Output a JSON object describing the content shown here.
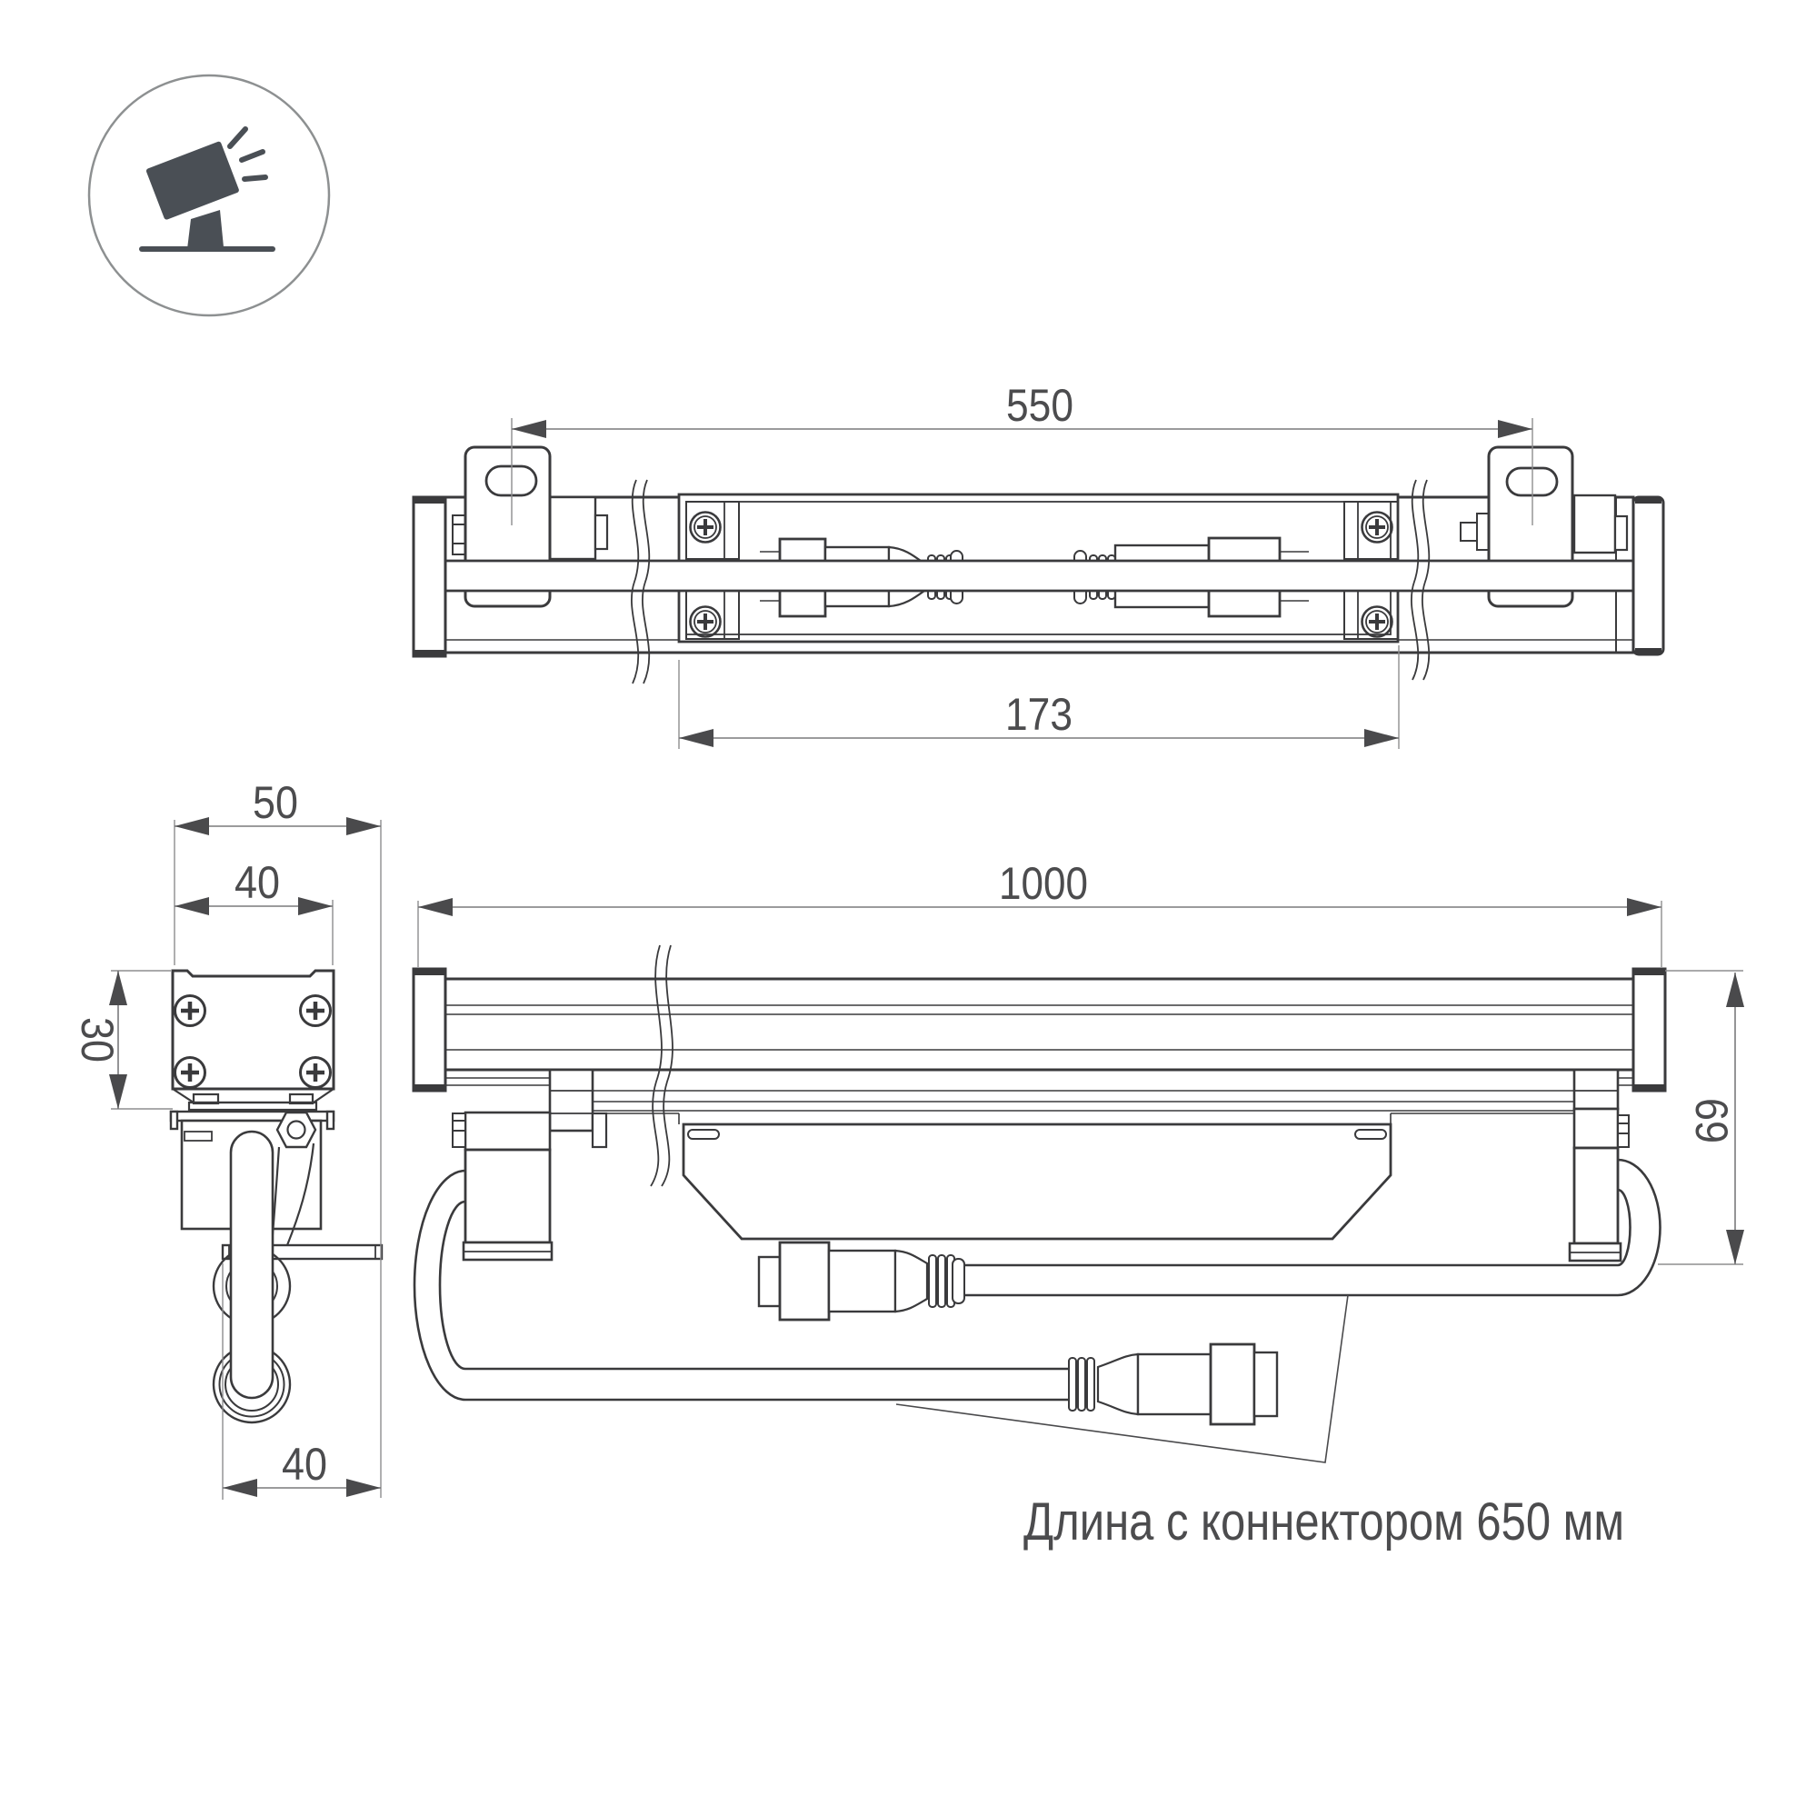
{
  "colors": {
    "line": "#3a3a3c",
    "dim": "#7a7a7c",
    "text": "#4c4c4e",
    "icon": "#4a4f55"
  },
  "icon": {
    "name": "tilted-floodlight-icon"
  },
  "top_view": {
    "dim_width": "550",
    "dim_window": "173"
  },
  "side_view": {
    "dim_overall_width": "50",
    "dim_bracket_width": "40",
    "dim_height": "30",
    "dim_foot_width": "40"
  },
  "front_view": {
    "dim_length": "1000",
    "dim_height": "69"
  },
  "note": {
    "cable_length": "Длина с коннектором 650 мм"
  }
}
